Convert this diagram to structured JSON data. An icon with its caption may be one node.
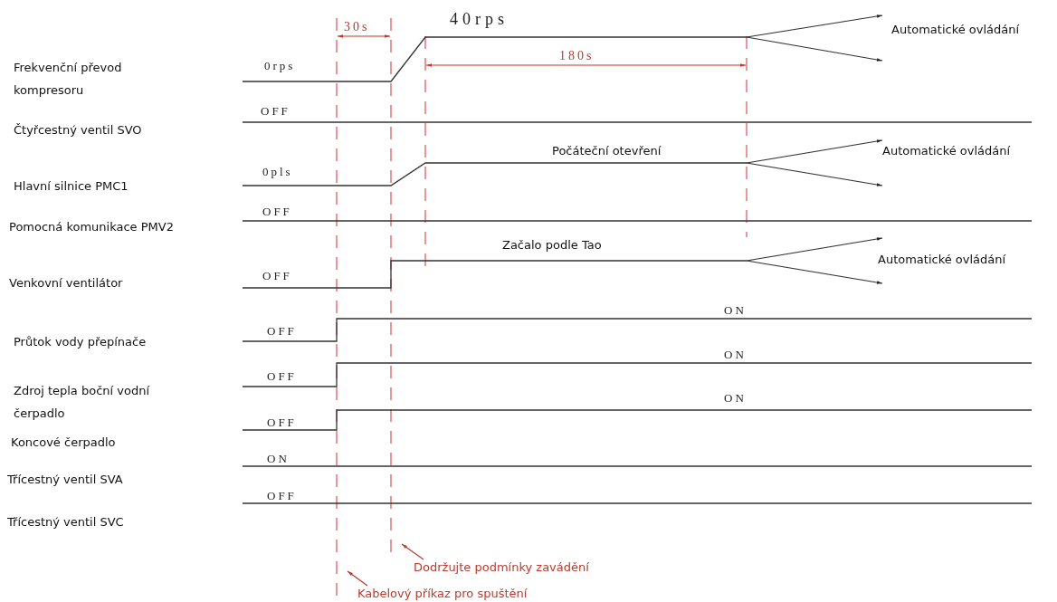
{
  "diagram": {
    "nodes": [
      {
        "text": [
          "Dodržujte podmínky zavádění"
        ]
      },
      {
        "text": [
          "Kabelový příkaz pro spuštění"
        ]
      }
    ],
    "edges": [
      {
        "from": 0,
        "to": null,
        "arrow": "to"
      },
      {
        "from": 1,
        "to": null,
        "arrow": "to"
      }
    ],
    "labels": [
      "30s",
      "40rps",
      "Automatické ovládání",
      "180s",
      "Frekvenční převod kompresoru",
      "0rps",
      "OFF",
      "Čtyřcestný ventil SVO",
      "Počáteční otevření",
      "Automatické ovládání",
      "0pls",
      "Hlavní silnice PMC1",
      "OFF",
      "Pomocná komunikace PMV2",
      "Začalo podle Tao",
      "Automatické ovládání",
      "OFF",
      "Venkovní ventilátor",
      "ON",
      "OFF",
      "Průtok vody přepínače",
      "ON",
      "OFF",
      "Zdroj tepla boční vodní čerpadlo",
      "ON",
      "OFF",
      "Koncové čerpadlo",
      "ON",
      "Třícestný ventil SVA",
      "OFF",
      "Třícestný ventil SVC"
    ]
  }
}
